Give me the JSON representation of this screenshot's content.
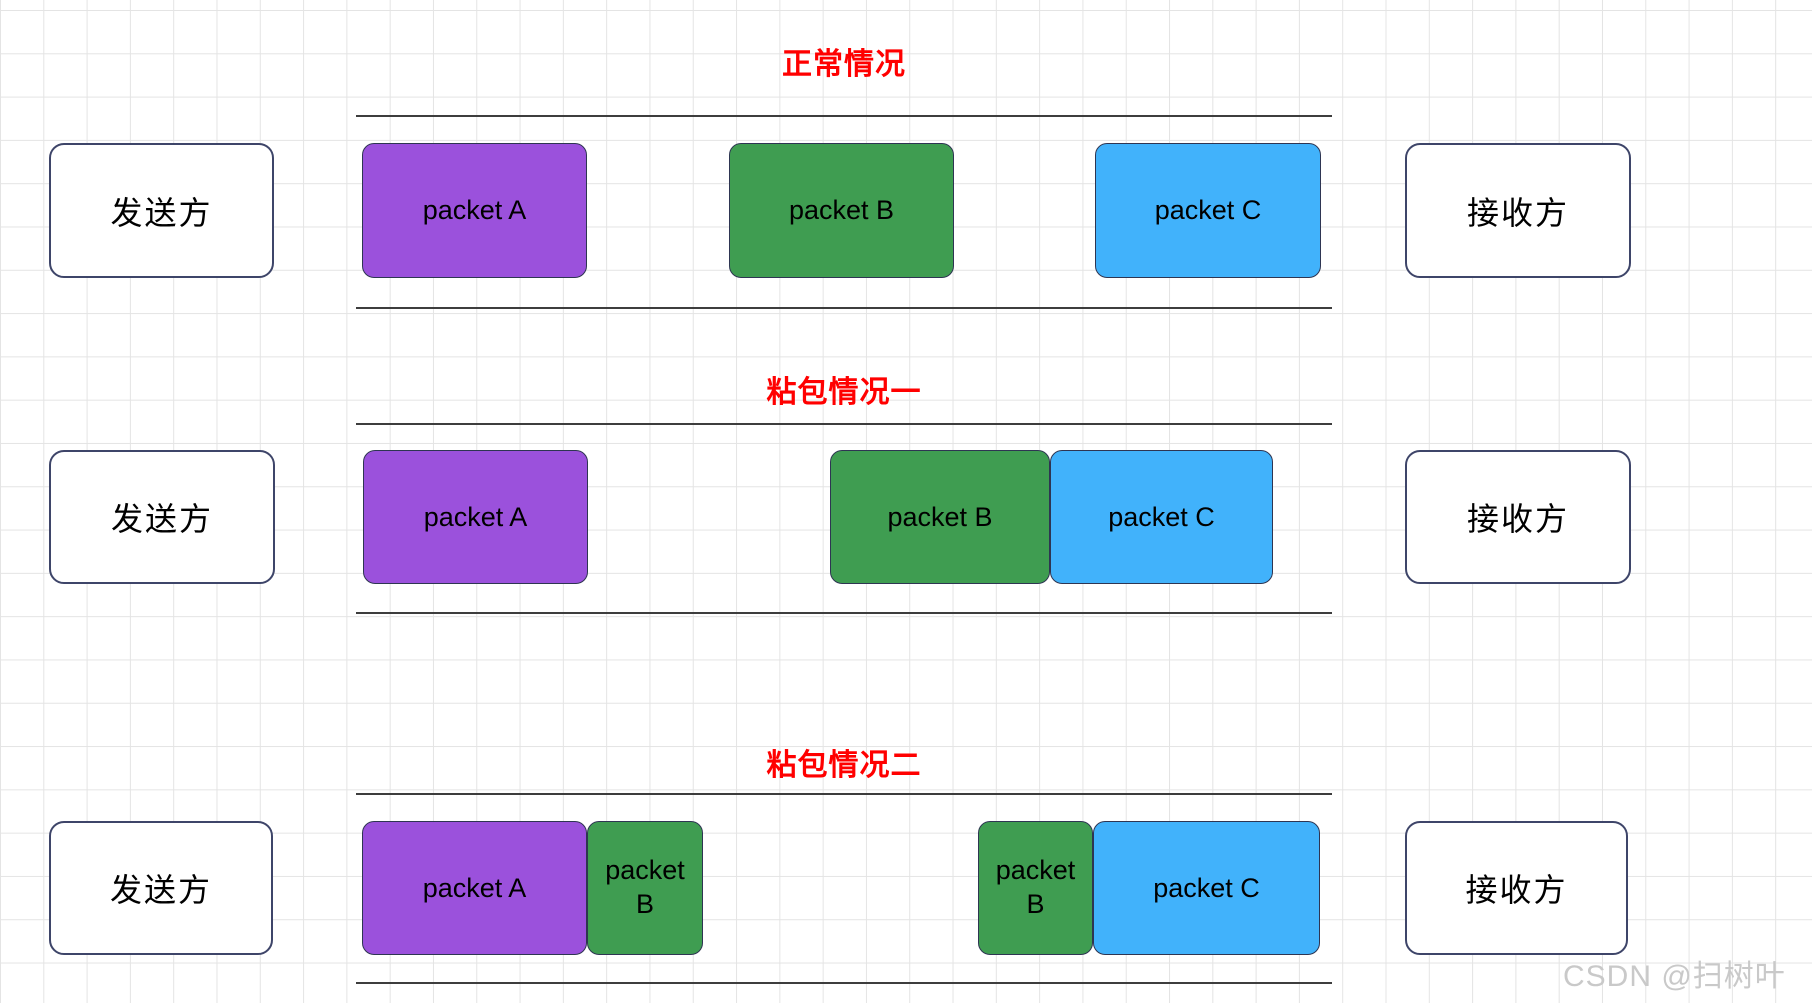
{
  "colors": {
    "title_red": "#ff0000",
    "packet_a_purple": "#9b51dc",
    "packet_b_green": "#3f9d51",
    "packet_c_blue": "#41b2fb",
    "separator_line": "#3d3d3d",
    "endpoint_border": "#3e4569",
    "packet_border": "#2e3552",
    "grid_line": "#e4e4e4",
    "watermark_gray": "#c9c9c9"
  },
  "watermark": "CSDN @扫树叶",
  "sections": [
    {
      "title": "正常情况",
      "sender": "发送方",
      "receiver": "接收方",
      "packets": [
        {
          "label": "packet A"
        },
        {
          "label": "packet B"
        },
        {
          "label": "packet C"
        }
      ]
    },
    {
      "title": "粘包情况一",
      "sender": "发送方",
      "receiver": "接收方",
      "packets": [
        {
          "label": "packet A"
        },
        {
          "label": "packet B"
        },
        {
          "label": "packet C"
        }
      ]
    },
    {
      "title": "粘包情况二",
      "sender": "发送方",
      "receiver": "接收方",
      "packets": [
        {
          "label": "packet A"
        },
        {
          "label": "packet B"
        },
        {
          "label": "packet B"
        },
        {
          "label": "packet C"
        }
      ]
    }
  ]
}
